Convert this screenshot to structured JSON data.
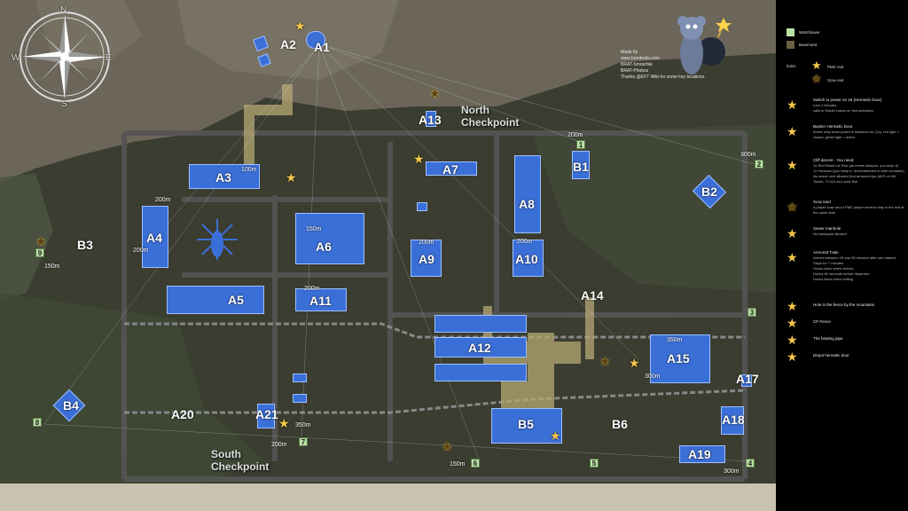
{
  "compass": {
    "n": "N",
    "s": "S",
    "e": "E",
    "w": "W"
  },
  "credits": {
    "lines": [
      "Made by",
      "www.bombrats.com",
      "BRAT-Smoerble",
      "BRAT-Phobos",
      "Thanks @EFT Wiki for some key locations."
    ]
  },
  "checkpoints": {
    "north": [
      "North",
      "Checkpoint"
    ],
    "south": [
      "South",
      "Checkpoint"
    ]
  },
  "buildings": [
    {
      "id": "A1"
    },
    {
      "id": "A2"
    },
    {
      "id": "A3"
    },
    {
      "id": "A4"
    },
    {
      "id": "A5"
    },
    {
      "id": "A6"
    },
    {
      "id": "A7"
    },
    {
      "id": "A8"
    },
    {
      "id": "A9"
    },
    {
      "id": "A10"
    },
    {
      "id": "A11"
    },
    {
      "id": "A12"
    },
    {
      "id": "A13"
    },
    {
      "id": "A14"
    },
    {
      "id": "A15"
    },
    {
      "id": "A17"
    },
    {
      "id": "A18"
    },
    {
      "id": "A19"
    },
    {
      "id": "A20"
    },
    {
      "id": "A21"
    },
    {
      "id": "B1"
    },
    {
      "id": "B2"
    },
    {
      "id": "B3"
    },
    {
      "id": "B4"
    },
    {
      "id": "B5"
    },
    {
      "id": "B6"
    }
  ],
  "extract_numbers": [
    "1",
    "2",
    "3",
    "4",
    "5",
    "6",
    "7",
    "8",
    "9"
  ],
  "distances": {
    "d_100m": "100m",
    "d_200m": "200m",
    "d_150m": "150m",
    "d_300m": "300m",
    "d_350m": "350m"
  },
  "legend": {
    "watchtower": "Watchtower",
    "basement": "Basement",
    "exits": "Exits:",
    "pmc_exit": "PMC exit",
    "scav_exit": "Scav exit",
    "items": [
      {
        "title": "Switch to power on 18 (Hermetic Door)",
        "sub": [
          "runs 4 minutes",
          "calls in Raider bases on first activation"
        ]
      },
      {
        "title": "Bunker Hermetic Door",
        "sub": [
          "Active only when power is switched on (1A), red light = closed, green light = active"
        ]
      },
      {
        "title": "Cliff decent - You need:",
        "sub": [
          "1x Red Rebel Ice Pick (as melee weapon, you keep it)",
          "1x Paracord (you keep it, recommended in safe container)",
          "No armor vest allowed (but armored rigs (AVS or MK, Tactec, TV110 etc) work fine"
        ]
      },
      {
        "title": "Scav land",
        "sub": [
          "A player scav and a PMC player need to stay in the exit at the same time"
        ]
      },
      {
        "title": "Sewer manhole",
        "sub": [
          "No backpack allowed"
        ]
      },
      {
        "title": "Armored Train",
        "sub": [
          "Arrives between 25 and 35 minutes after raid started",
          "Stays for 7 minutes",
          "Honks twice when arrives",
          "Honks 60 seconds before departure",
          "Honks twice when exiting"
        ]
      },
      {
        "title": "Hole in the fence by the mountains",
        "sub": []
      },
      {
        "title": "CP Fence",
        "sub": []
      },
      {
        "title": "The heating pipe",
        "sub": []
      },
      {
        "title": "Depot hermetic door",
        "sub": []
      }
    ]
  },
  "colors": {
    "building": "#3b6fd8",
    "basement": "#b7a875",
    "watchtower": "#b9e0a5",
    "star": "#f5c84a",
    "background_map": "#3c3b31"
  }
}
